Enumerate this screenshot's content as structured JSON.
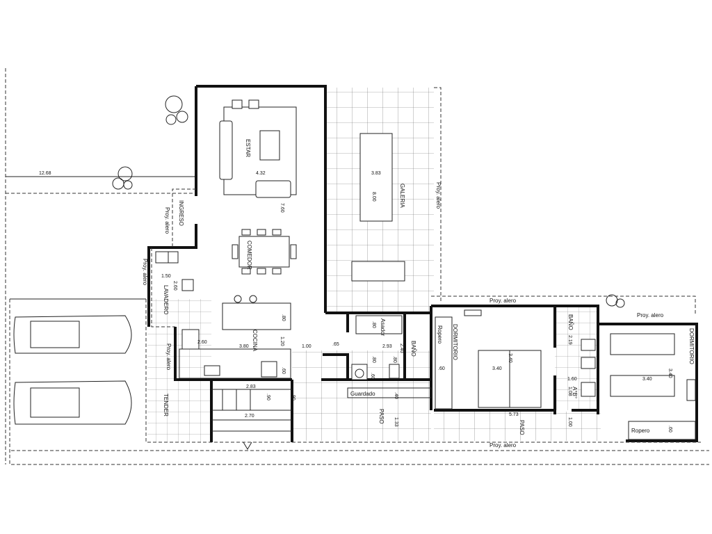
{
  "rooms": {
    "estar": "ESTAR",
    "galeria": "GALERIA",
    "comedor": "COMEDOR",
    "ingreso": "INGRESO",
    "lavadero": "LAVADERO",
    "cocina": "COCINA",
    "tender": "TENDER",
    "dormitorio_1": "DORMITORIO",
    "dormitorio_2": "DORMITORIO",
    "bano_1": "BAÑO",
    "bano_2": "BAÑO",
    "asador": "Asador",
    "guardado": "Guardado",
    "paso_1": "PASO",
    "paso_2": "PASO",
    "ropero_1": "Ropero",
    "ropero_2": "Ropero",
    "ab": "A°B°"
  },
  "notes": {
    "proy_alero": "Proy. alero"
  },
  "dimensions": {
    "d_12_68": "12.68",
    "d_4_32": "4.32",
    "d_7_60": "7.60",
    "d_3_83": "3.83",
    "d_8_00": "8.00",
    "d_1_50": "1.50",
    "d_2_60a": "2.60",
    "d_2_60b": "2.60",
    "d_3_80": "3.80",
    "d_1_20": "1.20",
    "d_1_00a": "1.00",
    "d_065": ".65",
    "d_2_93": "2.93",
    "d_2_40": "2.40",
    "d_080a": ".80",
    "d_080b": ".80",
    "d_080c": ".80",
    "d_080d": ".80",
    "d_060a": ".60",
    "d_060b": ".60",
    "d_060c": ".60",
    "d_060d": ".60",
    "d_2_83": "2.83",
    "d_090a": ".90",
    "d_090b": ".90",
    "d_2_70": "2.70",
    "d_040": ".40",
    "d_1_33": "1.33",
    "d_3_40a": "3.40",
    "d_3_40b": "3.40",
    "d_3_40c": "3.40",
    "d_3_40d": "3.40",
    "d_5_73": "5.73",
    "d_2_19": "2.19",
    "d_1_60": "1.60",
    "d_1_08": "1.08",
    "d_1_00b": "1.00"
  }
}
